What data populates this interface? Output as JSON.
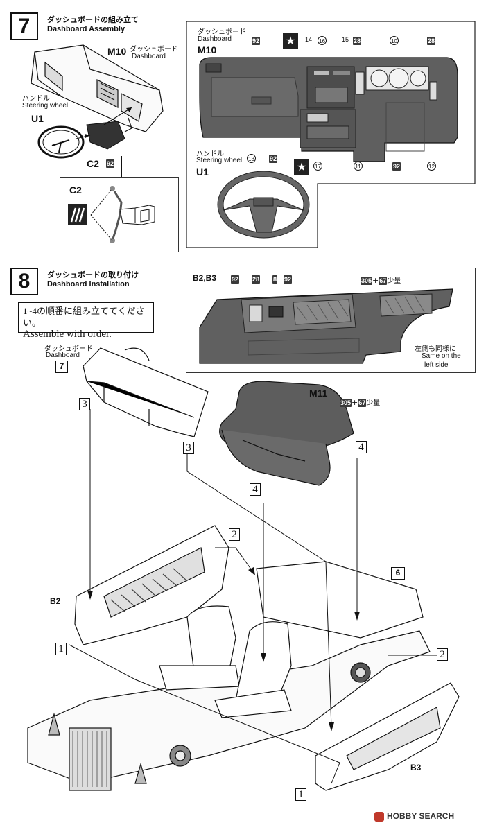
{
  "step7": {
    "number": "7",
    "title_jp": "ダッシュボードの組み立て",
    "title_en": "Dashboard Assembly",
    "left": {
      "m10_code": "M10",
      "m10_jp": "ダッシュボード",
      "m10_en": "Dashboard",
      "wheel_jp": "ハンドル",
      "wheel_en": "Steering wheel",
      "u1_code": "U1",
      "c2_code": "C2",
      "paint_92": "92"
    },
    "detail_c2": {
      "label": "C2"
    },
    "color_panel": {
      "m10_jp": "ダッシュボード",
      "m10_en": "Dashboard",
      "m10_code": "M10",
      "callouts_top": [
        "92",
        "14",
        "16",
        "15",
        "28",
        "10",
        "28"
      ],
      "callouts_bottom": [
        "17",
        "11",
        "92",
        "12"
      ],
      "wheel_jp": "ハンドル",
      "wheel_en": "Steering wheel",
      "u1_code": "U1",
      "wheel_callouts": [
        "13",
        "92"
      ]
    }
  },
  "step8": {
    "number": "8",
    "title_jp": "ダッシュボードの取り付け",
    "title_en": "Dashboard Installation",
    "note_jp": "1~4の順番に組み立ててください。",
    "note_en": "Assemble with order.",
    "door_panel": {
      "label": "B2,B3",
      "callouts": [
        "92",
        "28",
        "8",
        "92"
      ],
      "mix_a": "305",
      "plus": "+",
      "mix_b": "67",
      "mix_suffix": "少量",
      "same_jp": "左側も同様に",
      "same_en_1": "Same on the",
      "same_en_2": "left side"
    },
    "dash_jp": "ダッシュボード",
    "dash_en": "Dashboard",
    "dash_step": "7",
    "seat": {
      "code": "M11",
      "mix_a": "305",
      "plus": "+",
      "mix_b": "67",
      "mix_suffix": "少量"
    },
    "seq_labels": [
      "3",
      "3",
      "4",
      "4",
      "2",
      "2",
      "1",
      "1"
    ],
    "b2_label": "B2",
    "b3_label": "B3",
    "step6_box": "6"
  },
  "watermark": "HOBBY SEARCH"
}
